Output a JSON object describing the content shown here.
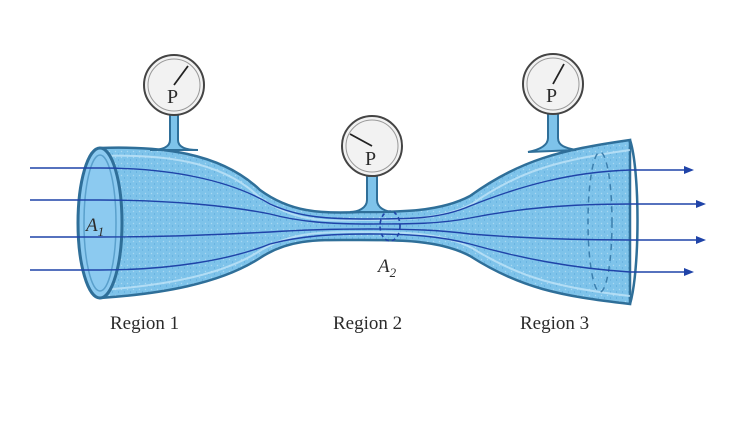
{
  "gauges": {
    "left": "P",
    "middle": "P",
    "right": "P"
  },
  "areas": {
    "a1": "A",
    "a1_sub": "1",
    "a2": "A",
    "a2_sub": "2"
  },
  "regions": {
    "r1": "Region 1",
    "r2": "Region 2",
    "r3": "Region 3"
  },
  "colors": {
    "fluid": "#7ec3ea",
    "wall": "#2f6f99",
    "streamline": "#1f43a8",
    "gauge_face": "#f2f2f2"
  }
}
